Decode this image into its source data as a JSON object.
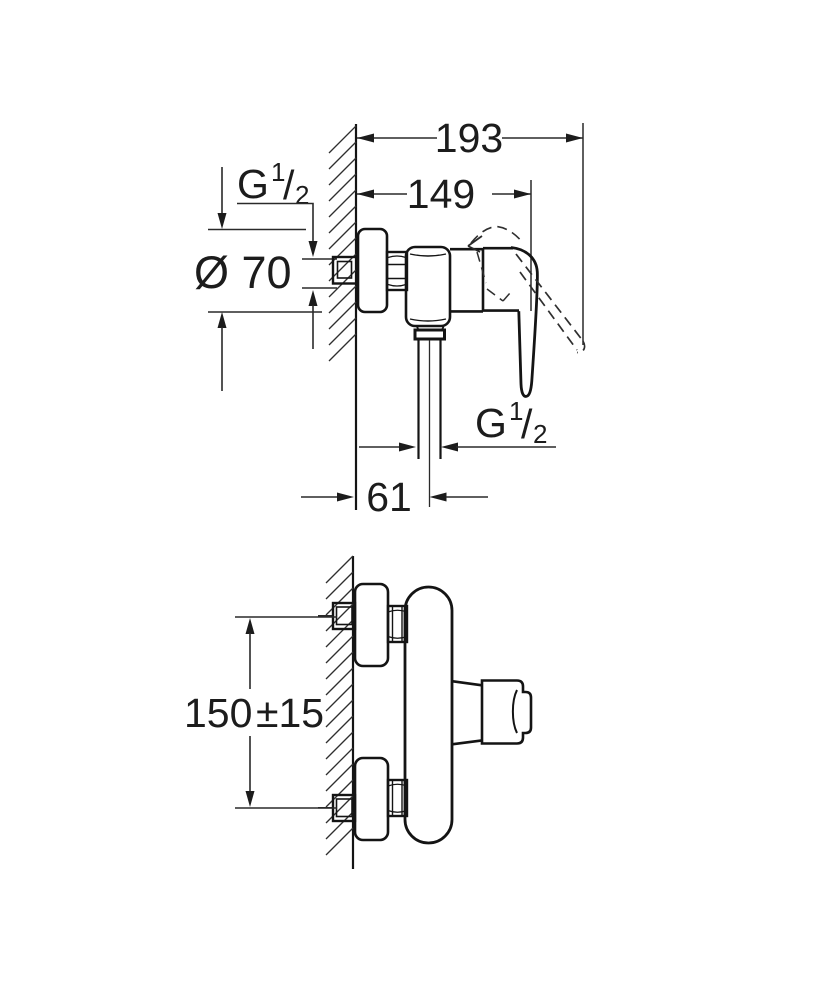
{
  "drawing": {
    "background_color": "#ffffff",
    "line_color": "#1c1c1c"
  },
  "side_view": {
    "dim_total_projection": "193",
    "dim_body_projection": "149",
    "dim_outlet_offset": "61",
    "dim_escutcheon_diameter": "Ø 70",
    "inlet_thread": {
      "prefix": "G",
      "numerator": "1",
      "slash": "/",
      "denominator": "2"
    },
    "outlet_thread": {
      "prefix": "G",
      "numerator": "1",
      "slash": "/",
      "denominator": "2"
    }
  },
  "front_view": {
    "dim_supply_distance": "150",
    "dim_supply_tolerance": "±15"
  }
}
